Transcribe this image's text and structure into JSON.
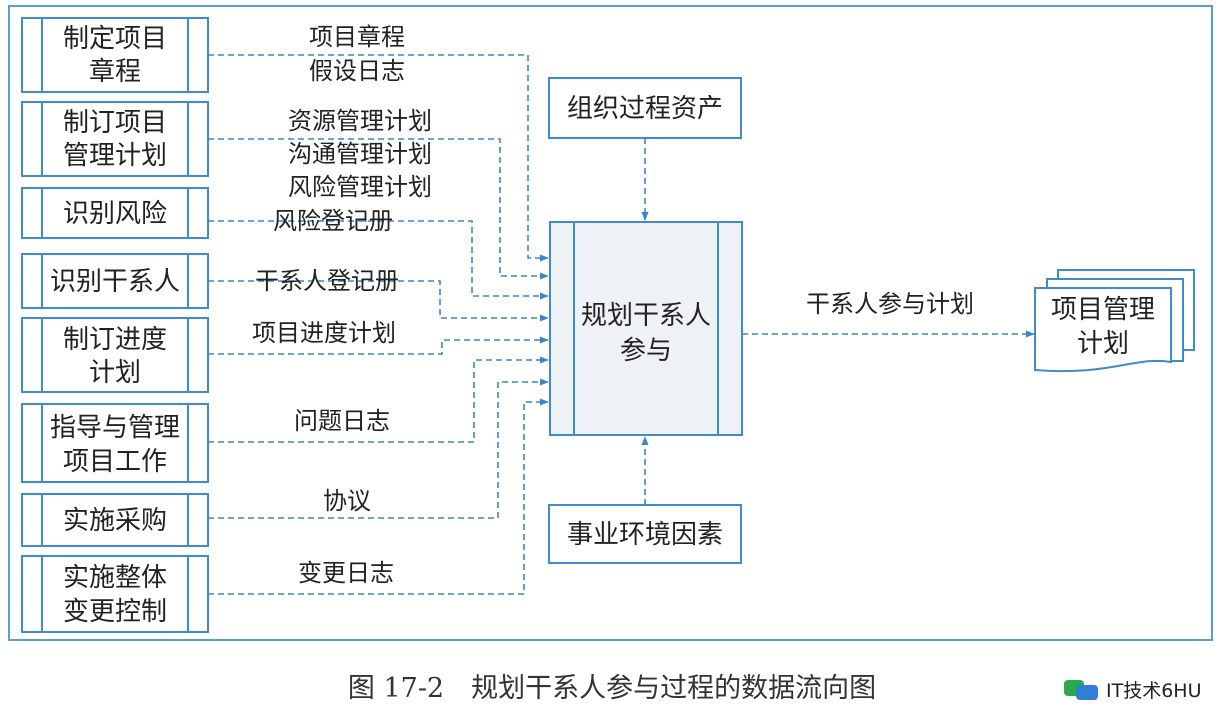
{
  "inputs": [
    {
      "lines": [
        "制定项目",
        "章程"
      ]
    },
    {
      "lines": [
        "制订项目",
        "管理计划"
      ]
    },
    {
      "lines": [
        "识别风险"
      ]
    },
    {
      "lines": [
        "识别干系人"
      ]
    },
    {
      "lines": [
        "制订进度",
        "计划"
      ]
    },
    {
      "lines": [
        "指导与管理",
        "项目工作"
      ]
    },
    {
      "lines": [
        "实施采购"
      ]
    },
    {
      "lines": [
        "实施整体",
        "变更控制"
      ]
    }
  ],
  "flow_labels": [
    [
      "项目章程",
      "假设日志"
    ],
    [
      "资源管理计划",
      "沟通管理计划",
      "风险管理计划"
    ],
    [
      "风险登记册"
    ],
    [
      "干系人登记册"
    ],
    [
      "项目进度计划"
    ],
    [
      "问题日志"
    ],
    [
      "协议"
    ],
    [
      "变更日志"
    ]
  ],
  "top_input": "组织过程资产",
  "bottom_input": "事业环境因素",
  "process": [
    "规划干系人",
    "参与"
  ],
  "output_label": "干系人参与计划",
  "output": [
    "项目管理",
    "计划"
  ],
  "caption": "图 17-2　规划干系人参与过程的数据流向图",
  "watermark": "IT技术6HU",
  "colors": {
    "line": "#3a86c8",
    "frame": "#5a9fd4",
    "box_border": "#3f8ccc",
    "process_fill": "#eef2f7"
  }
}
